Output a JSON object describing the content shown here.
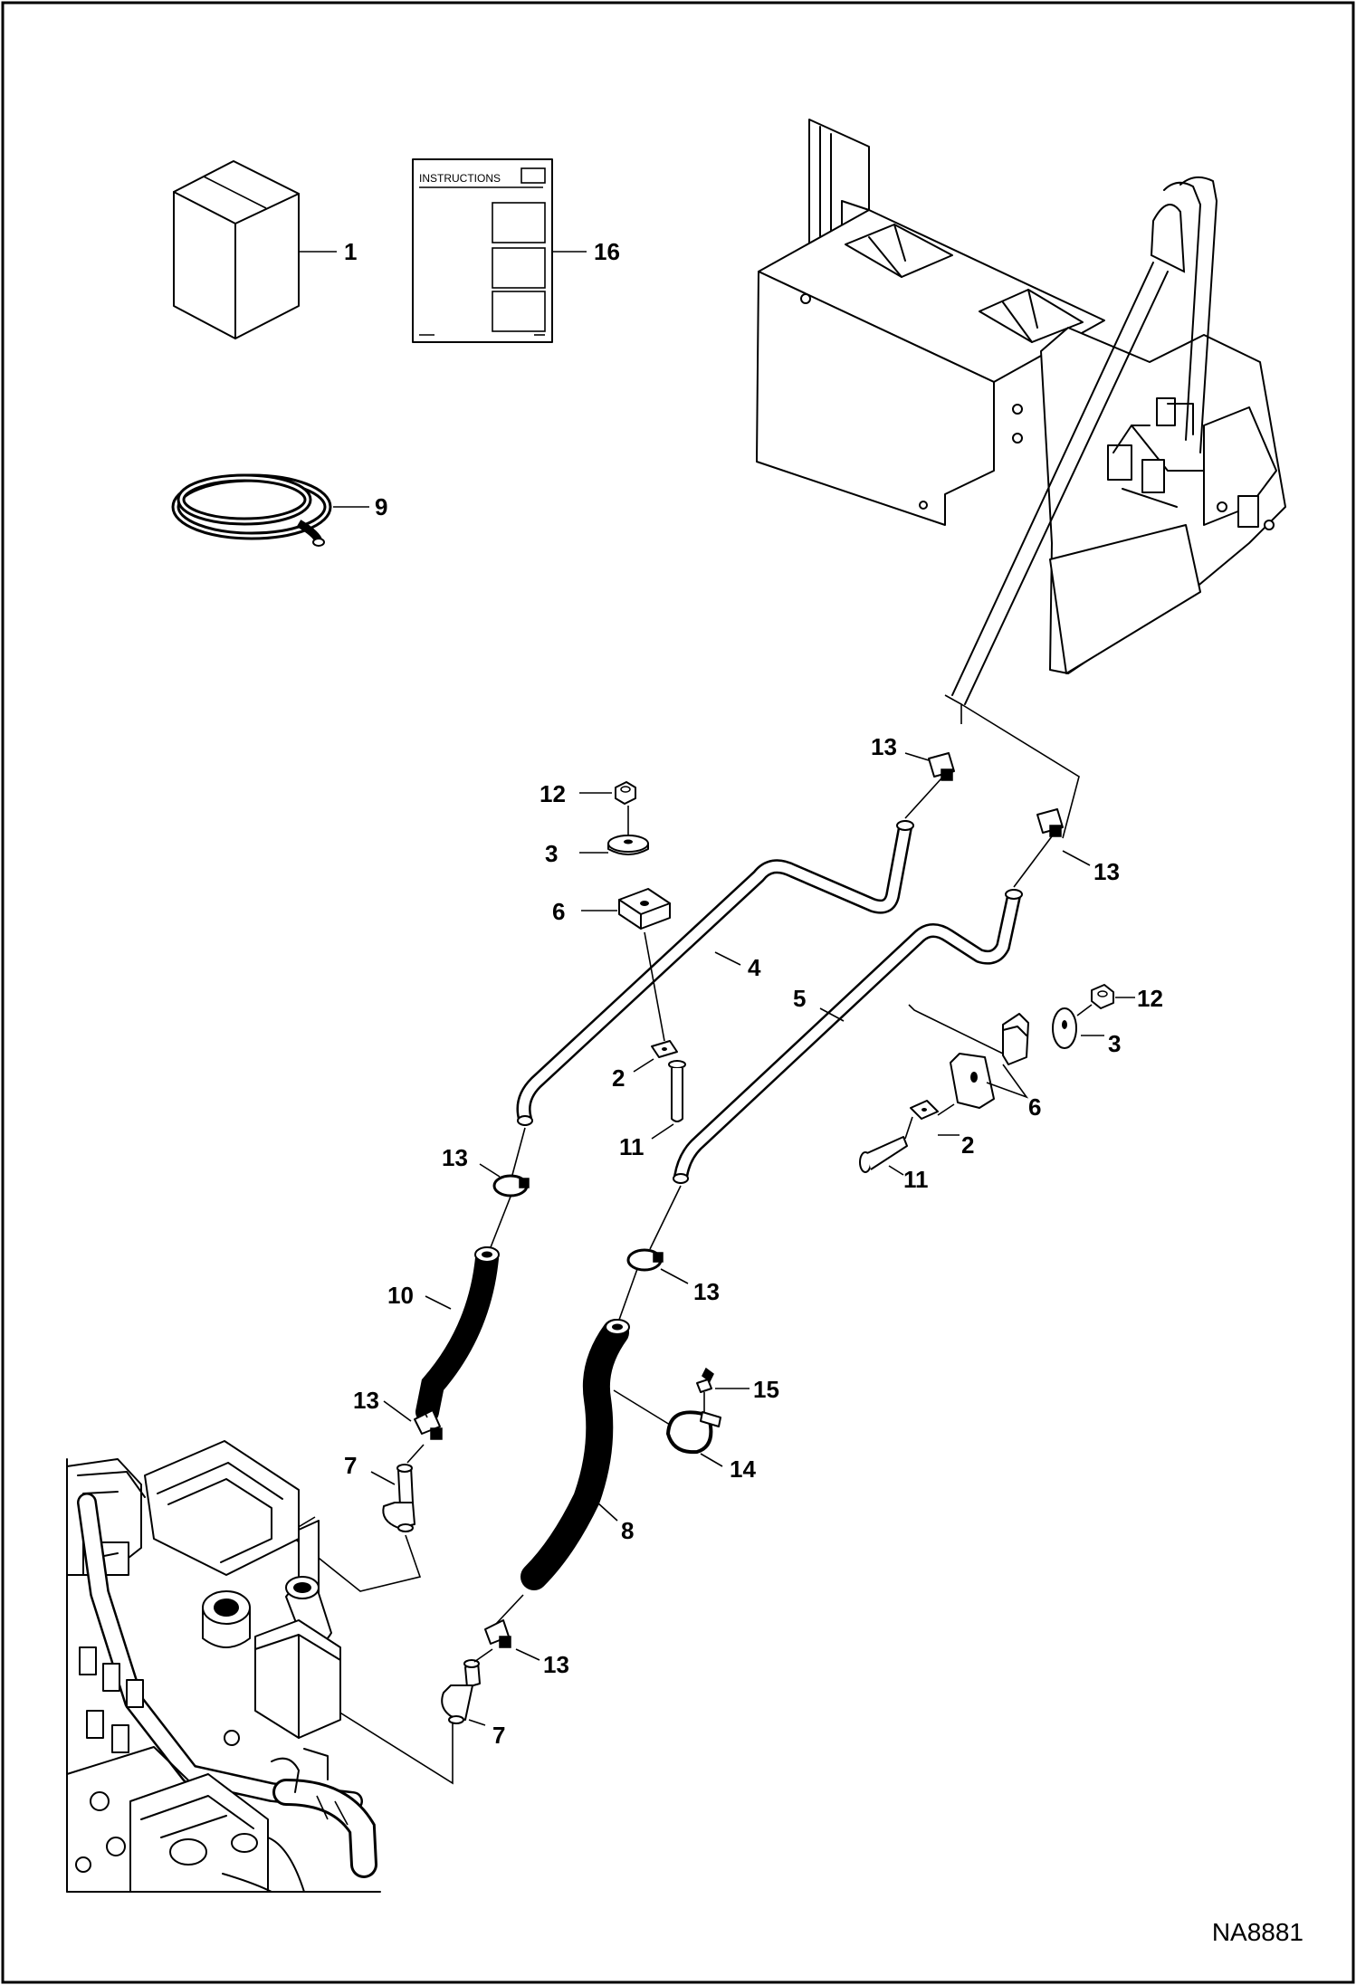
{
  "drawing_id": "NA8881",
  "instructions_sheet": {
    "heading": "INSTRUCTIONS"
  },
  "callouts": {
    "c1": "1",
    "c16": "16",
    "c9": "9",
    "c13a": "13",
    "c13b": "13",
    "c12a": "12",
    "c3a": "3",
    "c6a": "6",
    "c4": "4",
    "c5": "5",
    "c12b": "12",
    "c3b": "3",
    "c6b": "6",
    "c2a": "2",
    "c11a": "11",
    "c2b": "2",
    "c11b": "11",
    "c13c": "13",
    "c13d": "13",
    "c10": "10",
    "c15": "15",
    "c14": "14",
    "c13e": "13",
    "c7a": "7",
    "c8": "8",
    "c13f": "13",
    "c7b": "7"
  },
  "colors": {
    "line": "#000000",
    "background": "#ffffff"
  }
}
